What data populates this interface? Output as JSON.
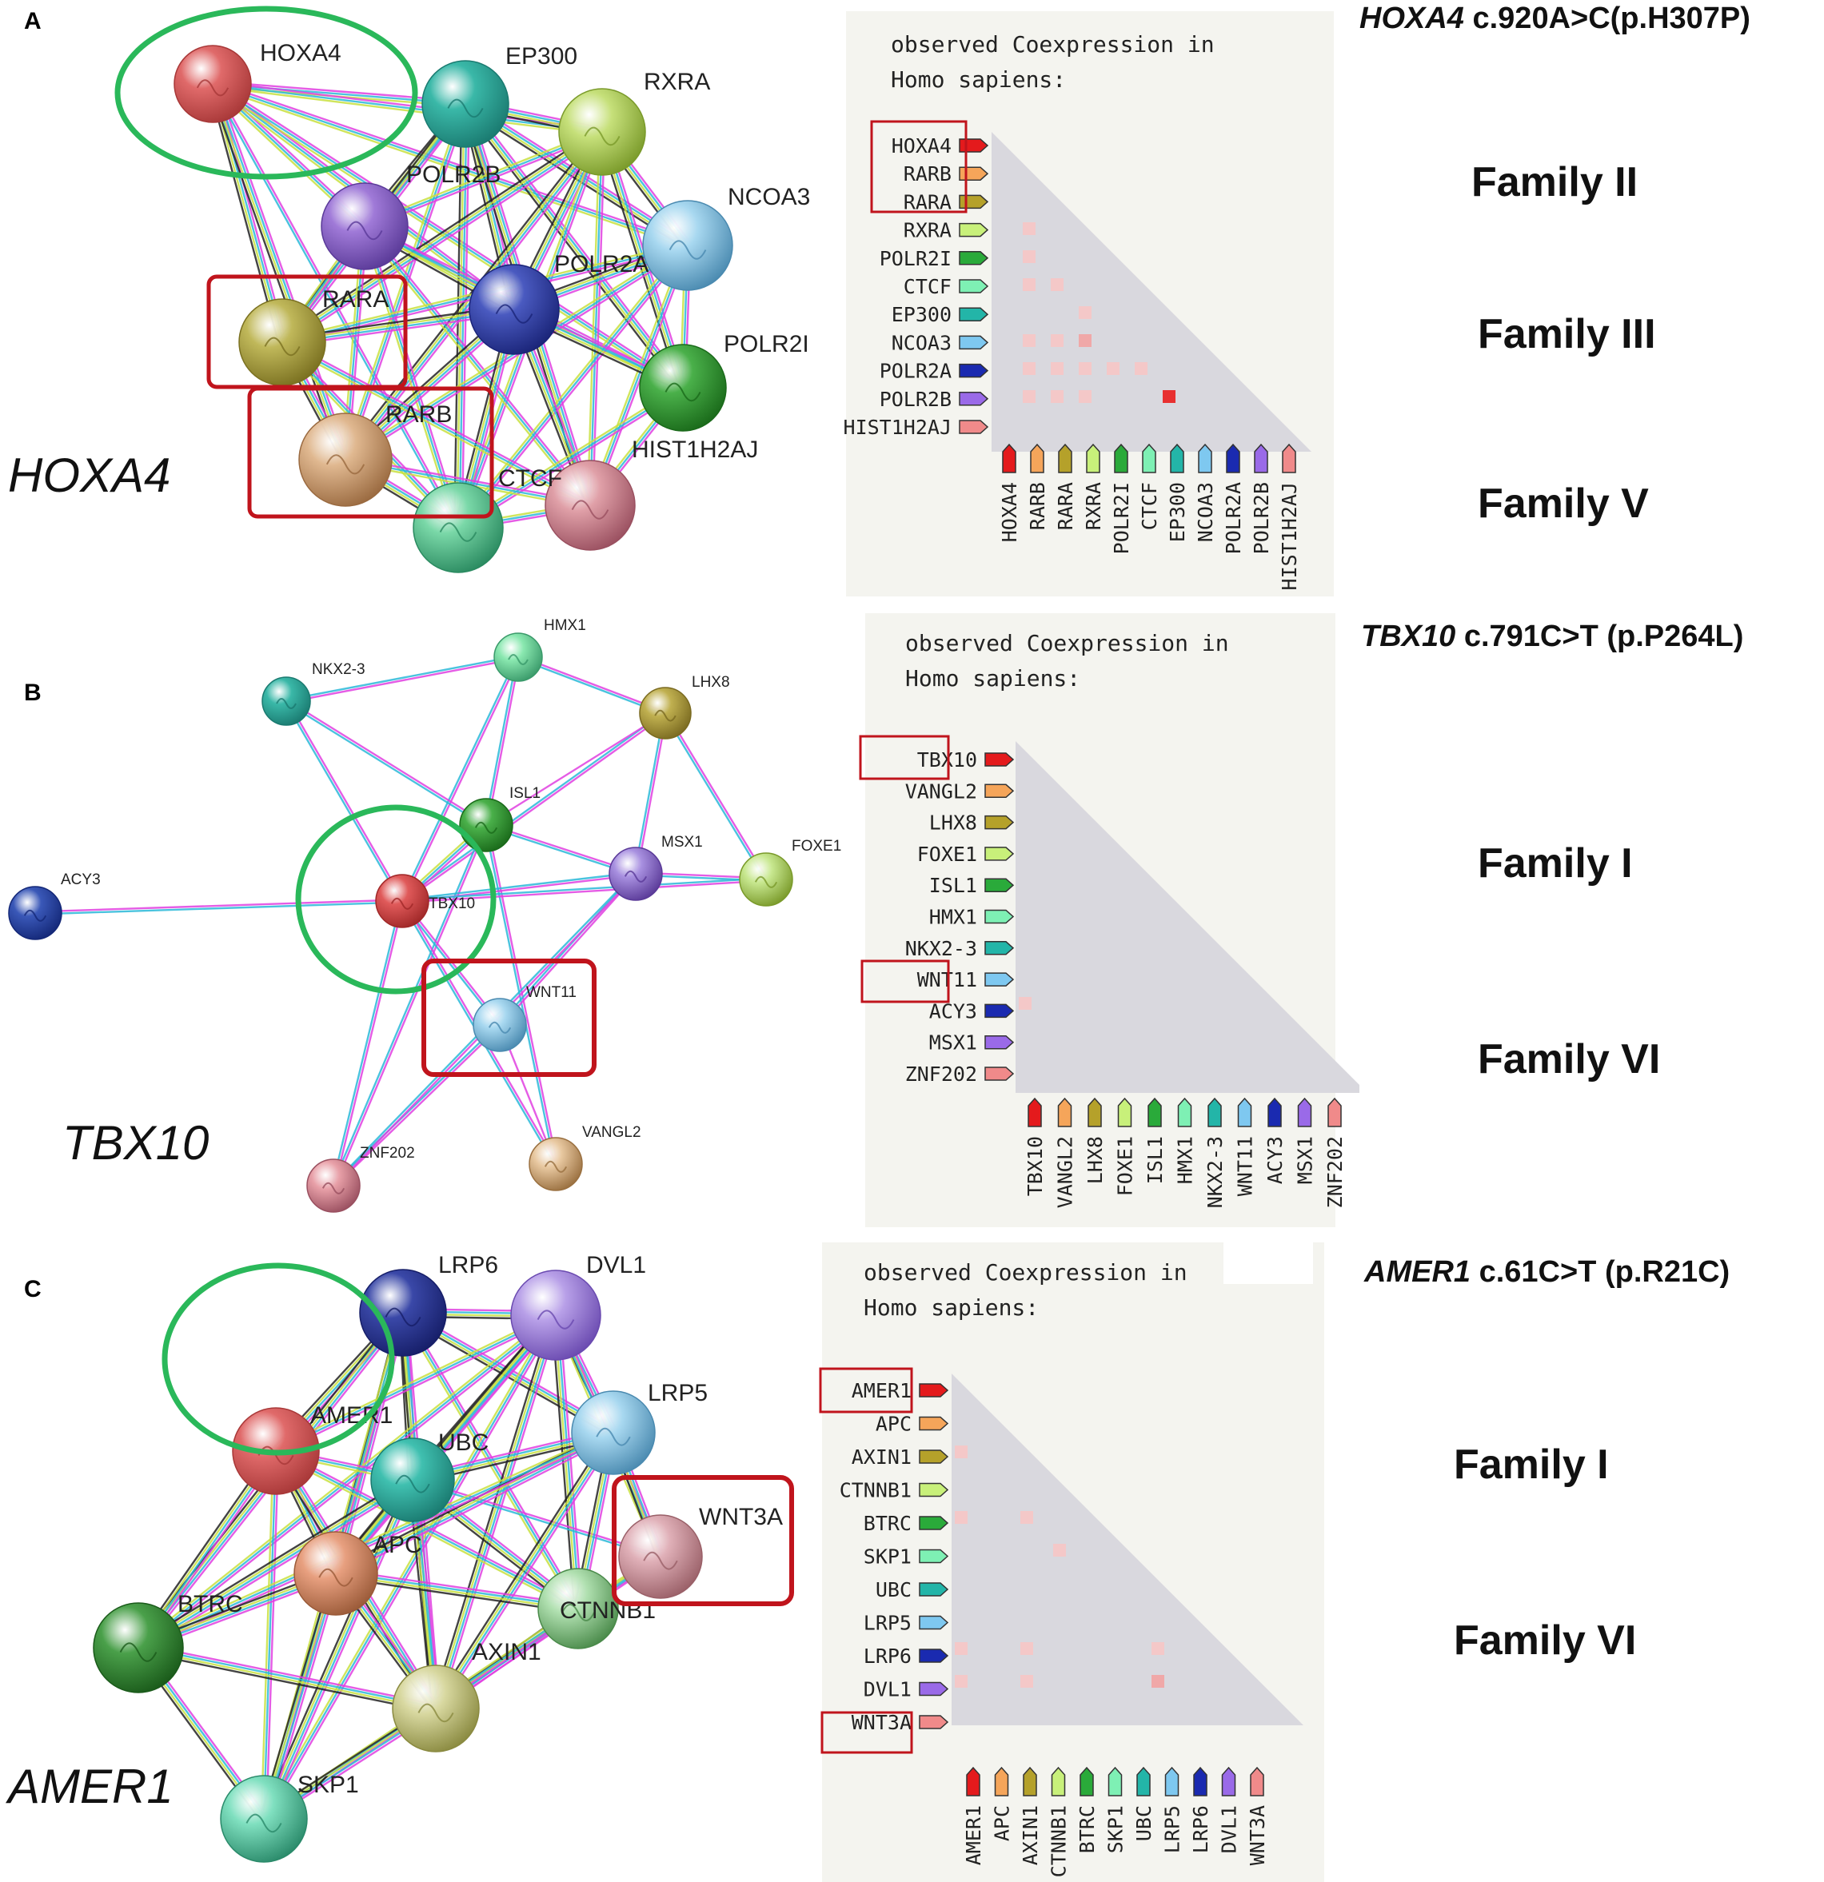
{
  "panels": [
    {
      "letter": "A",
      "gene": "HOXA4",
      "heading_gene": "HOXA4",
      "heading_variant": " c.920A>C(p.H307P)",
      "families": [
        "Family II",
        "Family III",
        "Family V"
      ],
      "coexp_title_line1": "observed Coexpression in",
      "coexp_title_line2": "Homo sapiens:",
      "network_nodes": [
        "HOXA4",
        "EP300",
        "RXRA",
        "POLR2B",
        "NCOA3",
        "POLR2A",
        "RARA",
        "POLR2I",
        "RARB",
        "HIST1H2AJ",
        "CTCF"
      ],
      "matrix_genes": [
        "HOXA4",
        "RARB",
        "RARA",
        "RXRA",
        "POLR2I",
        "CTCF",
        "EP300",
        "NCOA3",
        "POLR2A",
        "POLR2B",
        "HIST1H2AJ"
      ],
      "matrix_colors": [
        "#e41a1c",
        "#f5a55a",
        "#b5a12a",
        "#c8f07a",
        "#2aaa3a",
        "#7ef0b4",
        "#23b5a8",
        "#7ec8f0",
        "#1a2ab0",
        "#9a6ae8",
        "#f08a8a"
      ]
    },
    {
      "letter": "B",
      "gene": "TBX10",
      "heading_gene": "TBX10",
      "heading_variant": " c.791C>T (p.P264L)",
      "families": [
        "Family I",
        "Family VI"
      ],
      "coexp_title_line1": "observed Coexpression in",
      "coexp_title_line2": "Homo sapiens:",
      "network_nodes": [
        "HMX1",
        "NKX2-3",
        "LHX8",
        "ISL1",
        "MSX1",
        "FOXE1",
        "ACY3",
        "TBX10",
        "WNT11",
        "ZNF202",
        "VANGL2"
      ],
      "matrix_genes": [
        "TBX10",
        "VANGL2",
        "LHX8",
        "FOXE1",
        "ISL1",
        "HMX1",
        "NKX2-3",
        "WNT11",
        "ACY3",
        "MSX1",
        "ZNF202"
      ],
      "matrix_colors": [
        "#e41a1c",
        "#f5a55a",
        "#b5a12a",
        "#c8f07a",
        "#2aaa3a",
        "#7ef0b4",
        "#23b5a8",
        "#7ec8f0",
        "#1a2ab0",
        "#9a6ae8",
        "#f08a8a"
      ]
    },
    {
      "letter": "C",
      "gene": "AMER1",
      "heading_gene": "AMER1",
      "heading_variant": " c.61C>T (p.R21C)",
      "families": [
        "Family I",
        "Family VI"
      ],
      "coexp_title_line1": "observed Coexpression in",
      "coexp_title_line2": "Homo sapiens:",
      "network_nodes": [
        "LRP6",
        "DVL1",
        "AMER1",
        "UBC",
        "LRP5",
        "APC",
        "WNT3A",
        "BTRC",
        "CTNNB1",
        "AXIN1",
        "SKP1"
      ],
      "matrix_genes": [
        "AMER1",
        "APC",
        "AXIN1",
        "CTNNB1",
        "BTRC",
        "SKP1",
        "UBC",
        "LRP5",
        "LRP6",
        "DVL1",
        "WNT3A"
      ],
      "matrix_colors": [
        "#e41a1c",
        "#f5a55a",
        "#b5a12a",
        "#c8f07a",
        "#2aaa3a",
        "#7ef0b4",
        "#23b5a8",
        "#7ec8f0",
        "#1a2ab0",
        "#9a6ae8",
        "#f08a8a"
      ]
    }
  ],
  "colors": {
    "highlight_green": "#2ab85a",
    "highlight_red": "#c0141c",
    "triangle": "#d9d8de",
    "cell_light": "#f4c8c8",
    "cell_mid": "#f0a8a8",
    "cell_strong": "#e83030"
  }
}
